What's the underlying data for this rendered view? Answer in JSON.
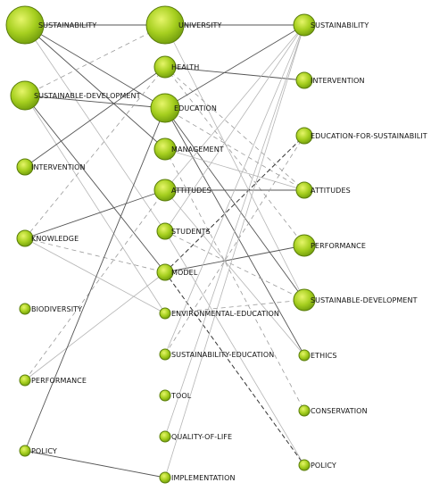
{
  "colors": {
    "node_fill_light": "#c8e63c",
    "node_fill_dark": "#6e9a0c",
    "node_stroke": "#5a7d0a",
    "edge_solid": "#555555",
    "edge_dashed": "#9a9a9a",
    "edge_light": "#b5b5b5"
  },
  "columns": {
    "left": [
      {
        "id": "L1",
        "label": "SUSTAINABILITY",
        "size": "xl"
      },
      {
        "id": "L2",
        "label": "SUSTAINABLE-DEVELOPMENT",
        "size": "l"
      },
      {
        "id": "L3",
        "label": "INTERVENTION",
        "size": "s"
      },
      {
        "id": "L4",
        "label": "KNOWLEDGE",
        "size": "s"
      },
      {
        "id": "L5",
        "label": "BIODIVERSITY",
        "size": "xs"
      },
      {
        "id": "L6",
        "label": "PERFORMANCE",
        "size": "xs"
      },
      {
        "id": "L7",
        "label": "POLICY",
        "size": "xs"
      }
    ],
    "middle": [
      {
        "id": "M1",
        "label": "UNIVERSITY",
        "size": "xl"
      },
      {
        "id": "M2",
        "label": "HEALTH",
        "size": "m"
      },
      {
        "id": "M3",
        "label": "EDUCATION",
        "size": "l"
      },
      {
        "id": "M4",
        "label": "MANAGEMENT",
        "size": "m"
      },
      {
        "id": "M5",
        "label": "ATTITUDES",
        "size": "m"
      },
      {
        "id": "M6",
        "label": "STUDENTS",
        "size": "s"
      },
      {
        "id": "M7",
        "label": "MODEL",
        "size": "s"
      },
      {
        "id": "M8",
        "label": "ENVIRONMENTAL-EDUCATION",
        "size": "xs"
      },
      {
        "id": "M9",
        "label": "SUSTAINABILITY-EDUCATION",
        "size": "xs"
      },
      {
        "id": "M10",
        "label": "TOOL",
        "size": "xs"
      },
      {
        "id": "M11",
        "label": "QUALITY-OF-LIFE",
        "size": "xs"
      },
      {
        "id": "M12",
        "label": "IMPLEMENTATION",
        "size": "xs"
      }
    ],
    "right": [
      {
        "id": "R1",
        "label": "SUSTAINABILITY",
        "size": "m"
      },
      {
        "id": "R2",
        "label": "INTERVENTION",
        "size": "s"
      },
      {
        "id": "R3",
        "label": "EDUCATION-FOR-SUSTAINABILIT",
        "size": "s"
      },
      {
        "id": "R4",
        "label": "ATTITUDES",
        "size": "s"
      },
      {
        "id": "R5",
        "label": "PERFORMANCE",
        "size": "m"
      },
      {
        "id": "R6",
        "label": "SUSTAINABLE-DEVELOPMENT",
        "size": "m"
      },
      {
        "id": "R7",
        "label": "ETHICS",
        "size": "xs"
      },
      {
        "id": "R8",
        "label": "CONSERVATION",
        "size": "xs"
      },
      {
        "id": "R9",
        "label": "POLICY",
        "size": "xs"
      }
    ]
  },
  "edges": [
    {
      "from": "L1",
      "to": "M1",
      "style": "solid"
    },
    {
      "from": "L1",
      "to": "M3",
      "style": "solid"
    },
    {
      "from": "L1",
      "to": "M4",
      "style": "solid"
    },
    {
      "from": "L1",
      "to": "M6",
      "style": "light"
    },
    {
      "from": "L2",
      "to": "M1",
      "style": "dashed"
    },
    {
      "from": "L2",
      "to": "M3",
      "style": "solid"
    },
    {
      "from": "L2",
      "to": "M7",
      "style": "solid"
    },
    {
      "from": "L2",
      "to": "M8",
      "style": "light"
    },
    {
      "from": "L3",
      "to": "M2",
      "style": "solid"
    },
    {
      "from": "L4",
      "to": "M2",
      "style": "dashed"
    },
    {
      "from": "L4",
      "to": "M5",
      "style": "solid"
    },
    {
      "from": "L4",
      "to": "M7",
      "style": "dashed"
    },
    {
      "from": "L4",
      "to": "M8",
      "style": "light"
    },
    {
      "from": "L6",
      "to": "M5",
      "style": "dashed"
    },
    {
      "from": "L6",
      "to": "M7",
      "style": "light"
    },
    {
      "from": "L7",
      "to": "M3",
      "style": "solid"
    },
    {
      "from": "L7",
      "to": "M12",
      "style": "solid"
    },
    {
      "from": "M1",
      "to": "R1",
      "style": "solid"
    },
    {
      "from": "M1",
      "to": "R6",
      "style": "light"
    },
    {
      "from": "M2",
      "to": "R2",
      "style": "solid"
    },
    {
      "from": "M2",
      "to": "R4",
      "style": "dashed"
    },
    {
      "from": "M2",
      "to": "R5",
      "style": "dashed"
    },
    {
      "from": "M3",
      "to": "R1",
      "style": "solid"
    },
    {
      "from": "M3",
      "to": "R4",
      "style": "dashed"
    },
    {
      "from": "M3",
      "to": "R6",
      "style": "solid"
    },
    {
      "from": "M3",
      "to": "R7",
      "style": "solid"
    },
    {
      "from": "M4",
      "to": "R4",
      "style": "light"
    },
    {
      "from": "M4",
      "to": "R8",
      "style": "dashed"
    },
    {
      "from": "M5",
      "to": "R1",
      "style": "light"
    },
    {
      "from": "M5",
      "to": "R4",
      "style": "solid"
    },
    {
      "from": "M6",
      "to": "R1",
      "style": "light"
    },
    {
      "from": "M6",
      "to": "R6",
      "style": "dashed"
    },
    {
      "from": "M7",
      "to": "R3",
      "style": "dashed-dark"
    },
    {
      "from": "M7",
      "to": "R5",
      "style": "solid"
    },
    {
      "from": "M7",
      "to": "R9",
      "style": "dashed-dark"
    },
    {
      "from": "M8",
      "to": "R6",
      "style": "dashed"
    },
    {
      "from": "M9",
      "to": "R1",
      "style": "light"
    },
    {
      "from": "M9",
      "to": "R3",
      "style": "dashed"
    },
    {
      "from": "M11",
      "to": "R1",
      "style": "light"
    },
    {
      "from": "M12",
      "to": "R1",
      "style": "light"
    },
    {
      "from": "M6",
      "to": "R9",
      "style": "light"
    },
    {
      "from": "M5",
      "to": "R7",
      "style": "light"
    }
  ]
}
